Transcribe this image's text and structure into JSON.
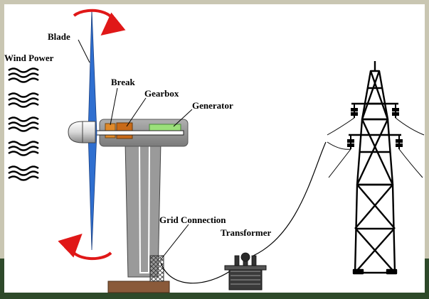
{
  "labels": {
    "blade": "Blade",
    "wind_power": "Wind Power",
    "break": "Break",
    "gearbox": "Gearbox",
    "generator": "Generator",
    "grid_connection": "Grid Connection",
    "transformer": "Transformer"
  },
  "colors": {
    "background": "#ffffff",
    "frame": "#c9c6b2",
    "floor": "#2e4a2a",
    "blade": "#2f6fd0",
    "rotation_arrow": "#e01818",
    "tower": "#9a9a9a",
    "nacelle": "#8f8f8f",
    "break": "#e08a2a",
    "gearbox": "#c86a18",
    "generator": "#9be07a",
    "base": "#8a5a3a",
    "transformer": "#3a3a3a",
    "pylon": "#000000"
  },
  "icons": {
    "wind": "wind-wave-icon",
    "rotation": "rotation-arrow-icon",
    "grid": "grid-connection-icon",
    "transformer": "transformer-icon",
    "pylon": "transmission-tower-icon"
  }
}
